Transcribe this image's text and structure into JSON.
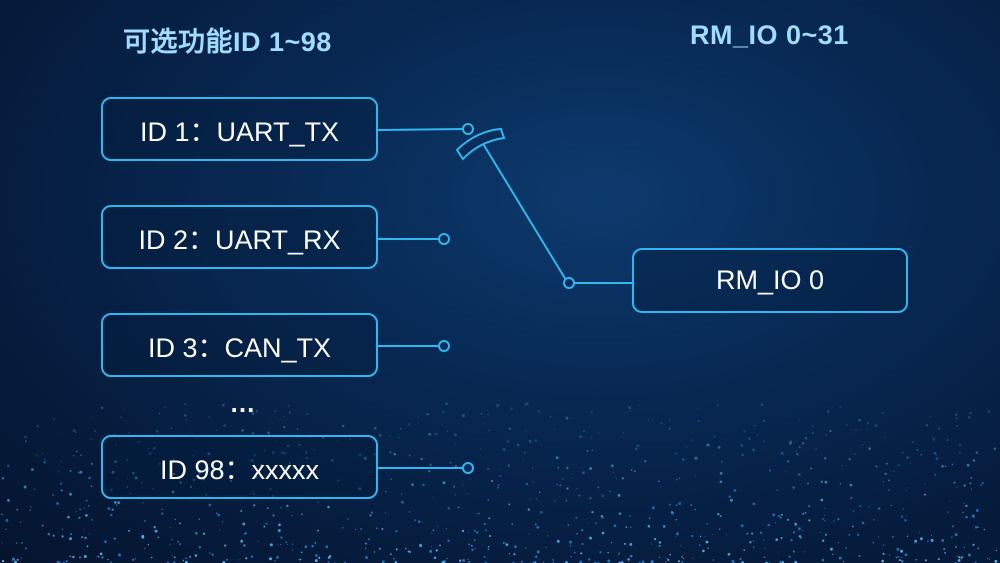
{
  "headings": {
    "functions": "可选功能ID 1~98",
    "rm_io": "RM_IO 0~31"
  },
  "functions": [
    {
      "label": "ID 1：UART_TX"
    },
    {
      "label": "ID 2：UART_RX"
    },
    {
      "label": "ID 3：CAN_TX"
    },
    {
      "label": "ID 98：xxxxx"
    }
  ],
  "ellipsis": "…",
  "rm_io_box": {
    "label": "RM_IO 0"
  },
  "colors": {
    "line": "#2fb8f0",
    "heading": "#9fdcff",
    "text": "#ffffff"
  }
}
